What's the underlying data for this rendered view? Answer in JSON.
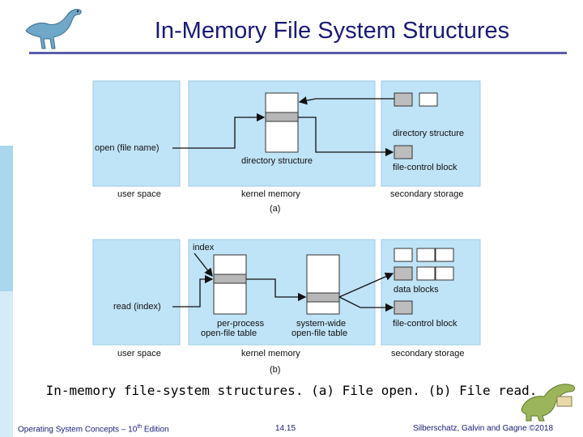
{
  "slide": {
    "title": "In-Memory File System Structures",
    "caption": "In-memory file-system structures. (a) File open. (b) File read.",
    "footer_left": "Operating System Concepts – 10",
    "footer_left_sup": "th",
    "footer_left_after": " Edition",
    "footer_center": "14.15",
    "footer_right": "Silberschatz, Galvin and Gagne ©2018"
  },
  "diagram_a": {
    "open_label": "open (file name)",
    "directory_structure_kernel": "directory structure",
    "directory_structure_storage": "directory structure",
    "fcb": "file-control block",
    "user_space": "user space",
    "kernel_memory": "kernel memory",
    "secondary_storage": "secondary storage",
    "sublabel": "(a)"
  },
  "diagram_b": {
    "index": "index",
    "read_label": "read (index)",
    "per_process": "per-process",
    "per_process_2": "open-file table",
    "system_wide": "system-wide",
    "system_wide_2": "open-file table",
    "data_blocks": "data blocks",
    "fcb": "file-control block",
    "user_space": "user space",
    "kernel_memory": "kernel memory",
    "secondary_storage": "secondary storage",
    "sublabel": "(b)"
  },
  "colors": {
    "panel": "#bfe3f7",
    "panel_border": "#9ccbe6",
    "title": "#1a1a78",
    "accent_bar": "#5b5ba8",
    "left_bar_top": "#ffffff",
    "left_bar_mid": "#a9d7ee"
  }
}
